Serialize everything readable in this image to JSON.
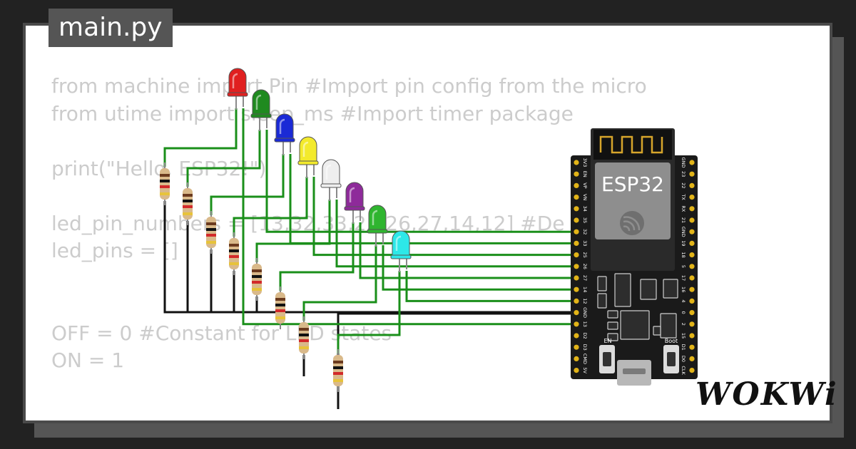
{
  "file_tab": {
    "label": "main.py"
  },
  "code_lines": [
    "from machine import Pin #Import pin config from the micro",
    "from utime import sleep_ms #Import timer package",
    "",
    "print(\"Hello, ESP32!\")",
    "",
    "led_pin_numbers = [13,32,33,25,26,27,14,12] #De",
    "led_pins = []",
    "",
    "",
    "OFF = 0 #Constant for LED states",
    "ON = 1"
  ],
  "board": {
    "chip_label": "ESP32",
    "left_pins": [
      "3V3",
      "EN",
      "VP",
      "VN",
      "34",
      "35",
      "32",
      "33",
      "25",
      "26",
      "27",
      "14",
      "12",
      "GND",
      "13",
      "D2",
      "D3",
      "CMD",
      "5V"
    ],
    "right_pins": [
      "GND",
      "23",
      "22",
      "TX",
      "RX",
      "21",
      "GND",
      "19",
      "18",
      "5",
      "17",
      "16",
      "4",
      "0",
      "2",
      "15",
      "D1",
      "D0",
      "CLK"
    ],
    "button_labels": {
      "en": "EN",
      "boot": "Boot"
    }
  },
  "leds": [
    {
      "color": "red",
      "hex": "#e02020"
    },
    {
      "color": "green",
      "hex": "#1f8a1f"
    },
    {
      "color": "blue",
      "hex": "#1a2ad6"
    },
    {
      "color": "yellow",
      "hex": "#f3ea2c"
    },
    {
      "color": "white",
      "hex": "#eeeeee"
    },
    {
      "color": "purple",
      "hex": "#8e2a9a"
    },
    {
      "color": "green",
      "hex": "#2fb52f"
    },
    {
      "color": "cyan",
      "hex": "#2de8e8"
    }
  ],
  "colors": {
    "wire": "#1a8f1a",
    "ground_wire": "#111111",
    "board": "#1a1a1a",
    "pin": "#e2b418"
  },
  "brand": {
    "text": "WOKWi"
  }
}
